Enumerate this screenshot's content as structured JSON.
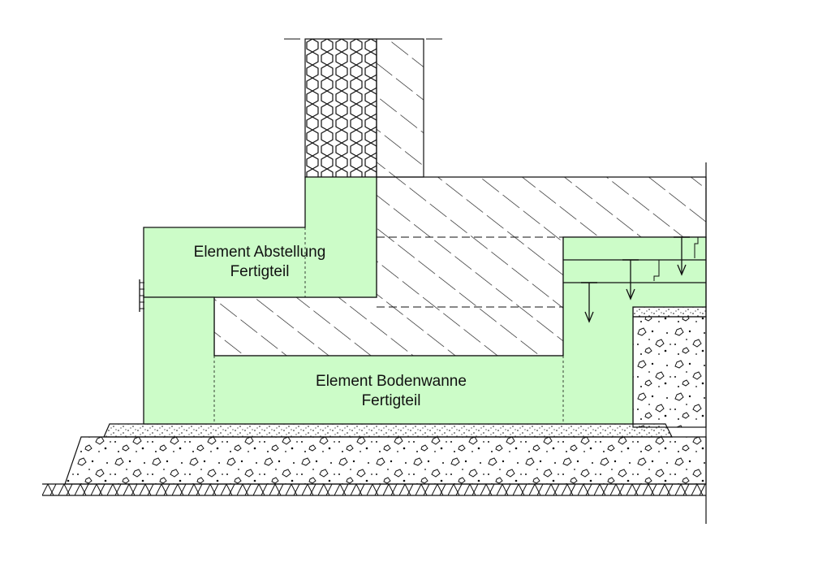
{
  "labels": {
    "element_1": {
      "line1": "Element Abstellung",
      "line2": "Fertigteil"
    },
    "element_2": {
      "line1": "Element Bodenwanne",
      "line2": "Fertigteil"
    }
  },
  "colors": {
    "precast": "#ccfcc8",
    "line": "#111111",
    "background": "#ffffff"
  },
  "materials": [
    {
      "name": "insulation-hexagon-hatch"
    },
    {
      "name": "masonry-diagonal-hatch"
    },
    {
      "name": "concrete-slab-diagonal-hatch"
    },
    {
      "name": "gravel-dots"
    },
    {
      "name": "fine-sand-dots"
    },
    {
      "name": "soil-hatch"
    }
  ]
}
